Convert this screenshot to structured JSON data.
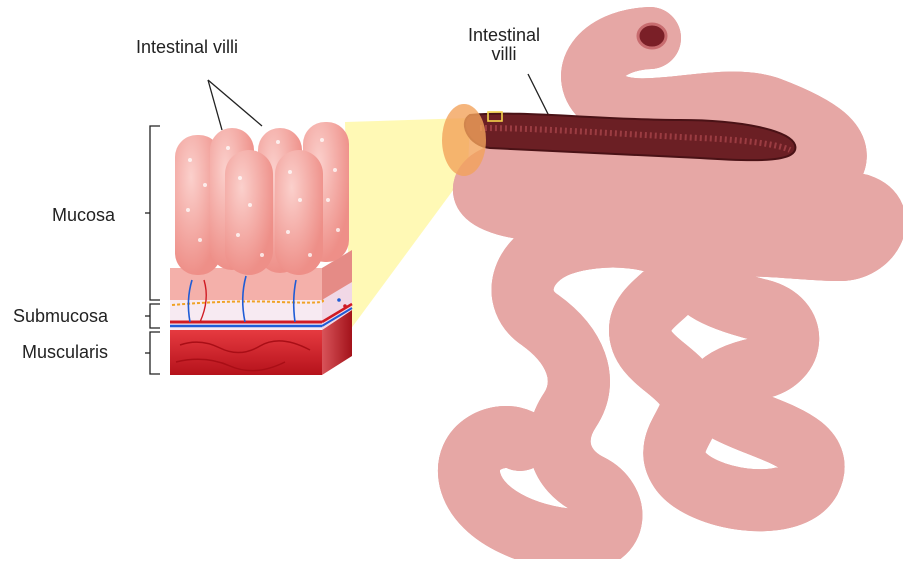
{
  "labels": {
    "villi_left": "Intestinal villi",
    "villi_right_line1": "Intestinal",
    "villi_right_line2": "villi",
    "mucosa": "Mucosa",
    "submucosa": "Submucosa",
    "muscularis": "Muscularis"
  },
  "colors": {
    "intestine": "#f2b1ad",
    "intestine_dark": "#d6807f",
    "villi": "#f4a39c",
    "muscularis": "#d8232c",
    "submucosa": "#f7eaf2",
    "interior": "#6b1f24",
    "highlight": "#fff8a8"
  }
}
